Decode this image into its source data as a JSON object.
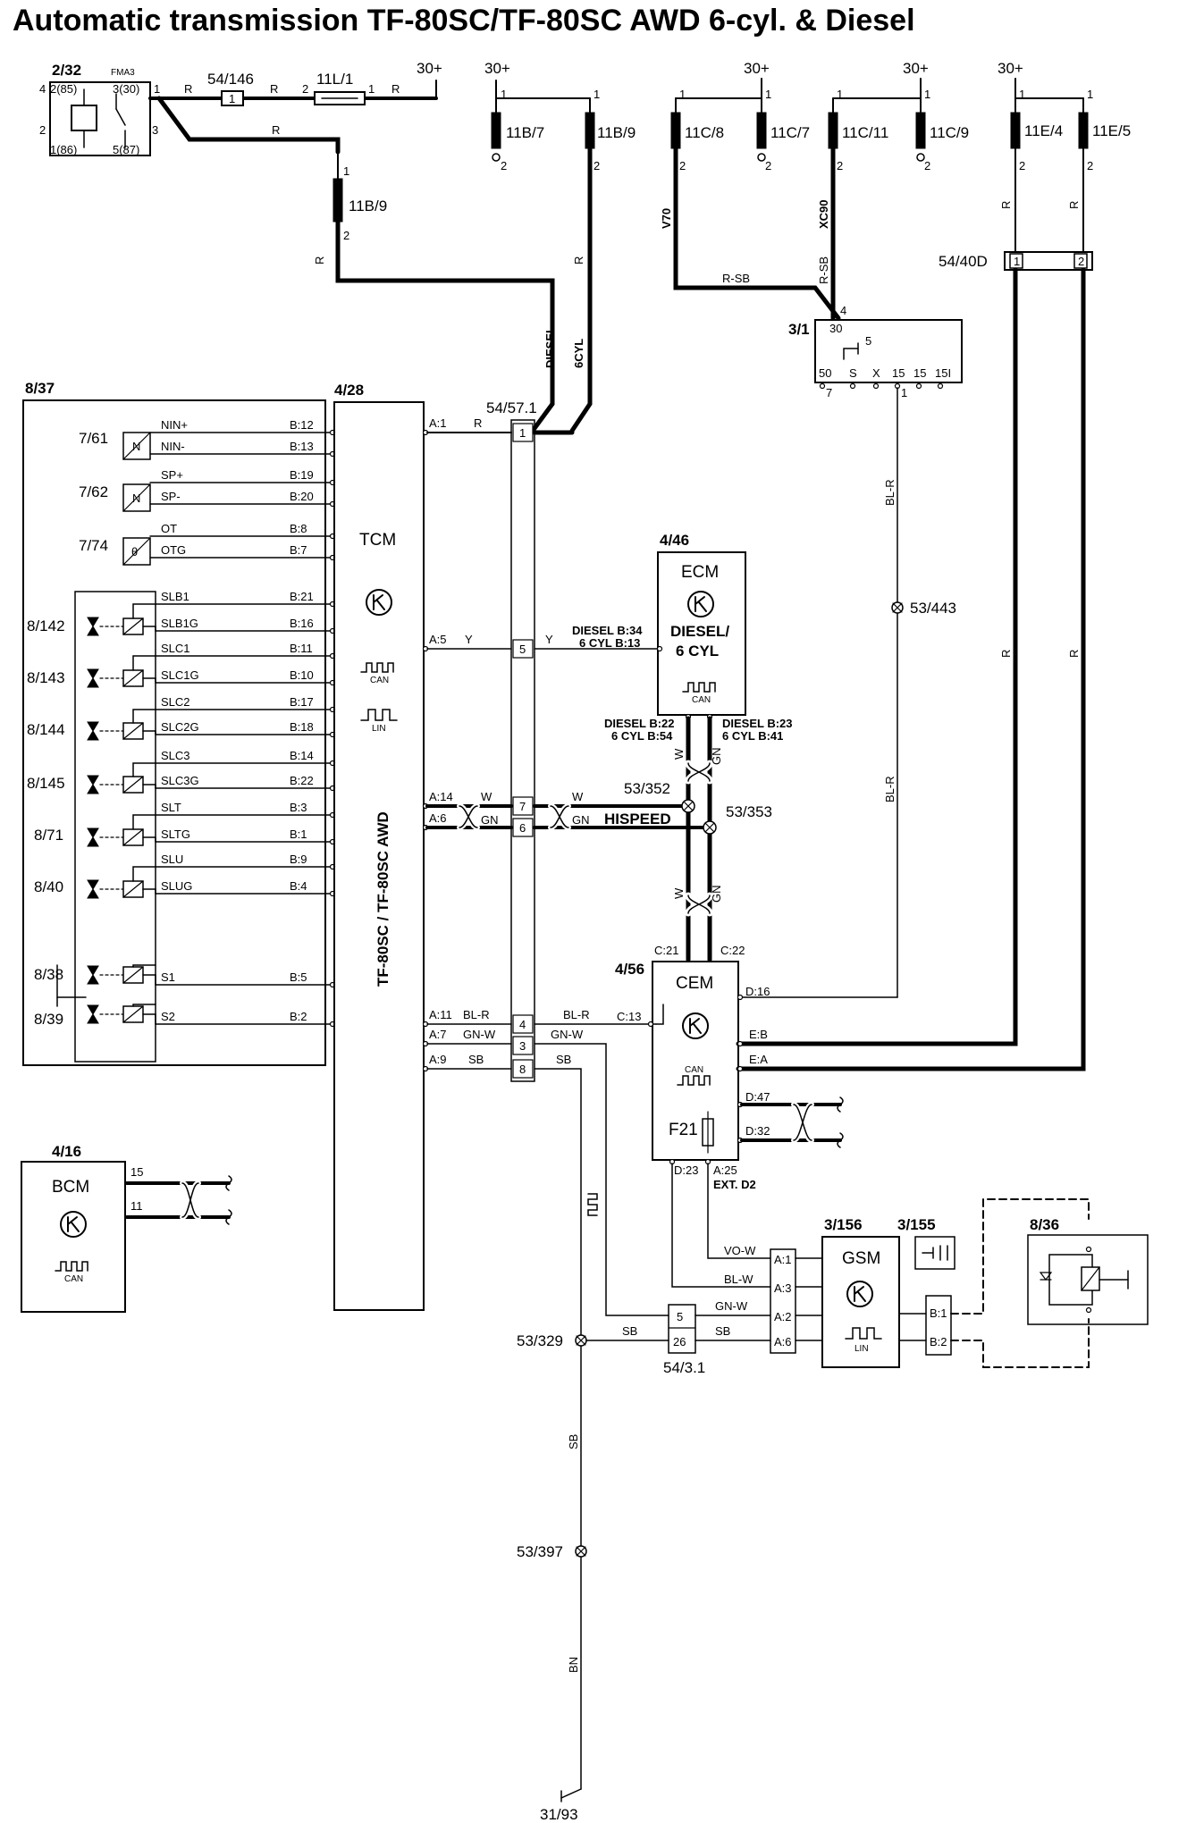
{
  "title": "Automatic transmission TF-80SC/TF-80SC AWD 6-cyl. & Diesel",
  "power": {
    "label": "30+"
  },
  "ground": {
    "label": "31/93"
  },
  "relay": {
    "ref": "2/32",
    "sub": "FMA3",
    "p1": "2(85)",
    "p2": "3(30)",
    "p3": "1(86)",
    "p4": "5(87)"
  },
  "fuses": {
    "f54_146": "54/146",
    "f11l1": "11L/1",
    "f11b9a": "11B/9",
    "f11b7": "11B/7",
    "f11b9b": "11B/9",
    "f11c8": "11C/8",
    "f11c7": "11C/7",
    "f11c11": "11C/11",
    "f11c9": "11C/9",
    "f11e4": "11E/4",
    "f11e5": "11E/5"
  },
  "ignition": {
    "ref": "3/1",
    "pins": [
      "50",
      "S",
      "X",
      "15",
      "15",
      "15I"
    ],
    "p30": "30",
    "p5": "5"
  },
  "connectors": {
    "c54_40d": "54/40D",
    "c54_57": "54/57.1",
    "c54_31": "54/3.1",
    "c53_443": "53/443",
    "c53_352": "53/352",
    "c53_353": "53/353",
    "c53_329": "53/329",
    "c53_397": "53/397"
  },
  "sensors": {
    "box": "8/37",
    "s761": "7/61",
    "s762": "7/62",
    "s774": "7/74"
  },
  "solenoids": [
    "8/142",
    "8/143",
    "8/144",
    "8/145",
    "8/71",
    "8/40",
    "8/38",
    "8/39"
  ],
  "tcm_pins": [
    {
      "sig": "NIN+",
      "pin": "B:12"
    },
    {
      "sig": "NIN-",
      "pin": "B:13"
    },
    {
      "sig": "SP+",
      "pin": "B:19"
    },
    {
      "sig": "SP-",
      "pin": "B:20"
    },
    {
      "sig": "OT",
      "pin": "B:8"
    },
    {
      "sig": "OTG",
      "pin": "B:7"
    },
    {
      "sig": "SLB1",
      "pin": "B:21"
    },
    {
      "sig": "SLB1G",
      "pin": "B:16"
    },
    {
      "sig": "SLC1",
      "pin": "B:11"
    },
    {
      "sig": "SLC1G",
      "pin": "B:10"
    },
    {
      "sig": "SLC2",
      "pin": "B:17"
    },
    {
      "sig": "SLC2G",
      "pin": "B:18"
    },
    {
      "sig": "SLC3",
      "pin": "B:14"
    },
    {
      "sig": "SLC3G",
      "pin": "B:22"
    },
    {
      "sig": "SLT",
      "pin": "B:3"
    },
    {
      "sig": "SLTG",
      "pin": "B:1"
    },
    {
      "sig": "SLU",
      "pin": "B:9"
    },
    {
      "sig": "SLUG",
      "pin": "B:4"
    },
    {
      "sig": "S1",
      "pin": "B:5"
    },
    {
      "sig": "S2",
      "pin": "B:2"
    }
  ],
  "tcm": {
    "ref": "4/28",
    "name": "TCM",
    "variant": "TF-80SC / TF-80SC AWD",
    "can": "CAN",
    "lin": "LIN"
  },
  "ecm": {
    "ref": "4/46",
    "name": "ECM",
    "sub1": "DIESEL/",
    "sub2": "6 CYL",
    "can": "CAN",
    "pin_y1": "DIESEL B:34",
    "pin_y2": "6 CYL B:13",
    "pin_w1": "DIESEL B:22",
    "pin_w2": "6 CYL B:54",
    "pin_gn1": "DIESEL B:23",
    "pin_gn2": "6 CYL B:41"
  },
  "cem": {
    "ref": "4/56",
    "name": "CEM",
    "can": "CAN",
    "fuse": "F21",
    "ext": "EXT. D2",
    "c21": "C:21",
    "c22": "C:22",
    "d16": "D:16",
    "c13": "C:13",
    "eb": "E:B",
    "ea": "E:A",
    "d47": "D:47",
    "d32": "D:32",
    "d23": "D:23",
    "a25": "A:25"
  },
  "bcm": {
    "ref": "4/16",
    "name": "BCM",
    "can": "CAN",
    "p15": "15",
    "p11": "11"
  },
  "gsm": {
    "ref": "3/156",
    "name": "GSM",
    "lin": "LIN",
    "a1": "A:1",
    "a3": "A:3",
    "a2": "A:2",
    "a6": "A:6",
    "b1": "B:1",
    "b2": "B:2"
  },
  "misc": {
    "r3155": "3/155",
    "r836": "8/36"
  },
  "tcm_a": {
    "a1": "A:1",
    "a5": "A:5",
    "a14": "A:14",
    "a6": "A:6",
    "a11": "A:11",
    "a7": "A:7",
    "a9": "A:9"
  },
  "wires": {
    "R": "R",
    "Y": "Y",
    "W": "W",
    "GN": "GN",
    "BLR": "BL-R",
    "GNW": "GN-W",
    "SB": "SB",
    "BN": "BN",
    "RSB": "R-SB",
    "VOW": "VO-W",
    "BLW": "BL-W",
    "diesel": "DIESEL",
    "sixcyl": "6CYL",
    "v70": "V70",
    "xc90": "XC90",
    "hispeed": "HISPEED"
  },
  "nums": {
    "n1": "1",
    "n2": "2",
    "n3": "3",
    "n4": "4",
    "n5": "5",
    "n6": "6",
    "n7": "7",
    "n8": "8",
    "n26": "26",
    "n30": "30"
  }
}
